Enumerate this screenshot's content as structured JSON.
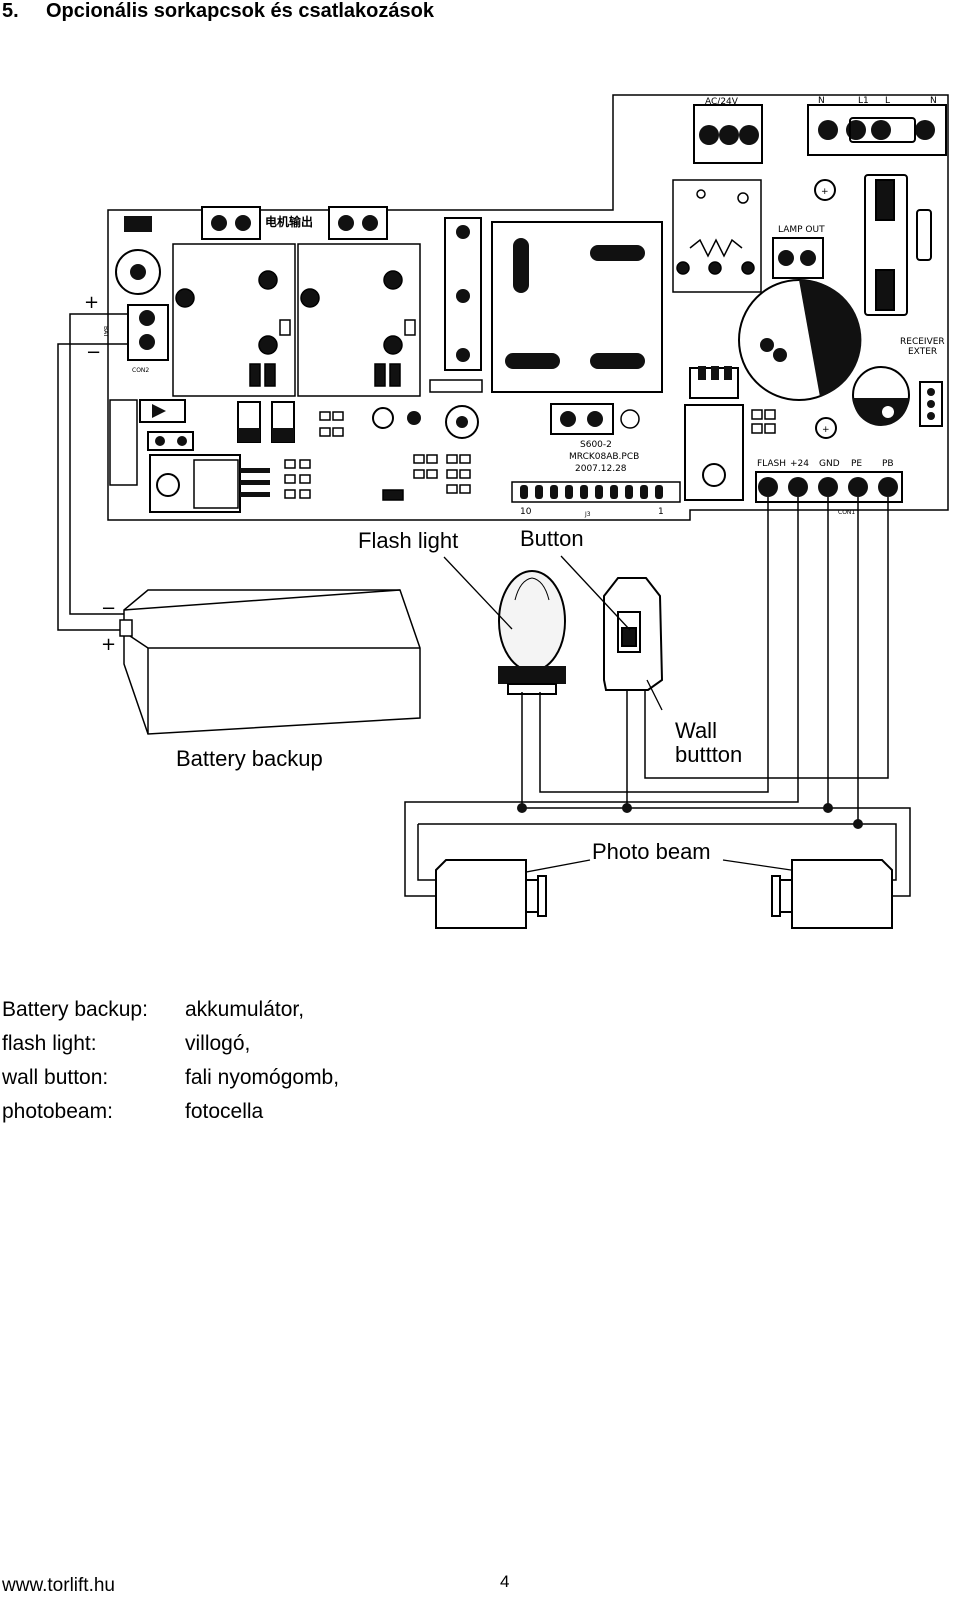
{
  "heading": {
    "number": "5.",
    "title": "Opcionális sorkapcsok és csatlakozások"
  },
  "diagram": {
    "callouts": {
      "flash_light": "Flash light",
      "button": "Button",
      "wall_button_line1": "Wall",
      "wall_button_line2": "buttton",
      "battery_backup": "Battery backup",
      "photo_beam": "Photo beam"
    },
    "board_labels": {
      "ac24v": "AC/24V",
      "n1": "N",
      "l1": "L1",
      "l": "L",
      "n2": "N",
      "lamp_out": "LAMP OUT",
      "receiver": "RECEIVER",
      "exter": "EXTER",
      "bat": "BAT",
      "con2": "CON2",
      "chinese": "电机输出",
      "model": "S600-2",
      "pcb": "MRCK08AB.PCB",
      "date": "2007.12.28",
      "flash": "FLASH",
      "plus24": "+24",
      "gnd": "GND",
      "pe": "PE",
      "pb": "PB",
      "con1": "CON1",
      "j3_left": "10",
      "j3_right": "1",
      "j3": "J3",
      "plus": "+",
      "minus": "−"
    }
  },
  "legend": [
    {
      "term": "Battery backup:",
      "translation": "akkumulátor,"
    },
    {
      "term": "flash light:",
      "translation": "villogó,"
    },
    {
      "term": "wall button:",
      "translation": "fali nyomógomb,"
    },
    {
      "term": "photobeam:",
      "translation": "fotocella"
    }
  ],
  "footer": {
    "url": "www.torlift.hu",
    "page": "4"
  }
}
